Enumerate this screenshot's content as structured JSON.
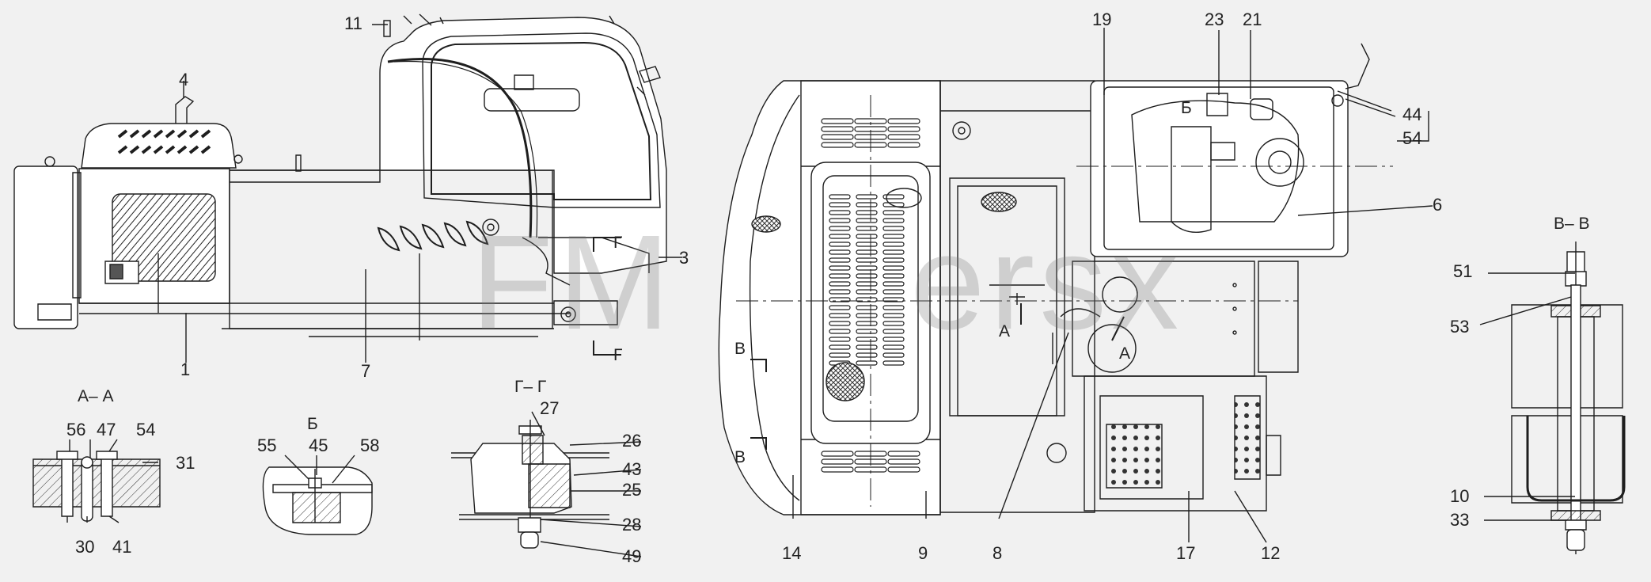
{
  "watermark": {
    "left": "FM",
    "right": "ersx"
  },
  "sections": {
    "a_a": "А– А",
    "b": "Б",
    "g_g": "Г– Г",
    "v_v": "В– В"
  },
  "view_marks": {
    "g_top": "Г",
    "g_bottom": "Г",
    "v_top": "В",
    "v_bottom": "В",
    "a_left": "А",
    "a_right": "А",
    "b_inside": "Б"
  },
  "callouts": {
    "n1": "1",
    "n3": "3",
    "n4": "4",
    "n6": "6",
    "n7": "7",
    "n8": "8",
    "n9": "9",
    "n10": "10",
    "n11": "11",
    "n12": "12",
    "n14": "14",
    "n17": "17",
    "n19": "19",
    "n21": "21",
    "n23": "23",
    "n25": "25",
    "n26": "26",
    "n27": "27",
    "n28": "28",
    "n30": "30",
    "n31": "31",
    "n33": "33",
    "n41": "41",
    "n43": "43",
    "n44": "44",
    "n45": "45",
    "n47": "47",
    "n49": "49",
    "n51": "51",
    "n53": "53",
    "n54_aa": "54",
    "n54_right": "54",
    "n55": "55",
    "n56": "56",
    "n58": "58"
  },
  "colors": {
    "background": "#f1f1f1",
    "line": "#1e1e1e"
  }
}
